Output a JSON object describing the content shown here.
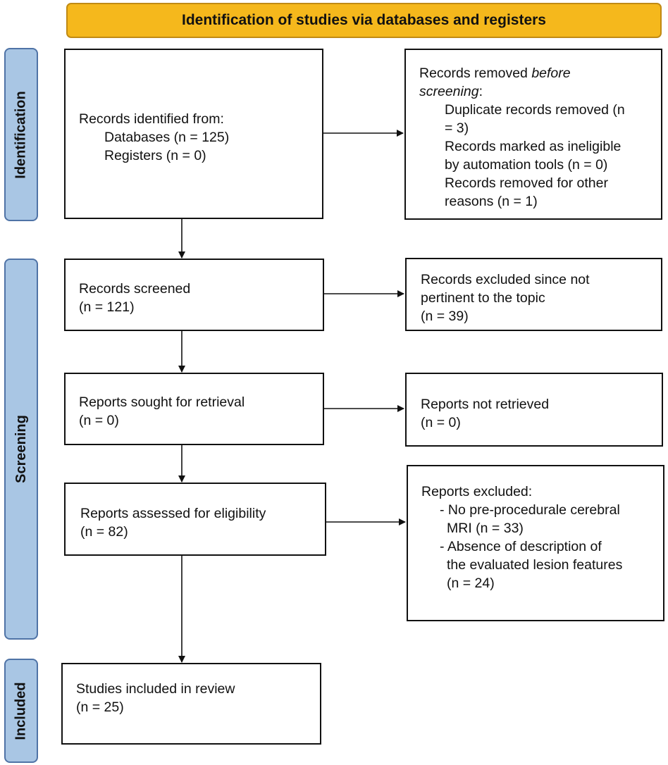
{
  "header": {
    "title": "Identification of studies via databases and registers"
  },
  "phases": {
    "identification": "Identification",
    "screening": "Screening",
    "included": "Included"
  },
  "boxes": {
    "identified": {
      "title": "Records identified from:",
      "databases": "Databases (n = 125)",
      "registers": "Registers (n = 0)"
    },
    "removed": {
      "title_prefix": "Records removed ",
      "title_italic_1": "before",
      "title_italic_2": "screening",
      "title_suffix": ":",
      "dup_1": "Duplicate records removed (n",
      "dup_2": "= 3)",
      "ineligible_1": "Records marked as ineligible",
      "ineligible_2": "by automation tools (n = 0)",
      "other_1": "Records removed for other",
      "other_2": "reasons (n = 1)"
    },
    "screened": {
      "title": "Records screened",
      "n": "(n = 121)"
    },
    "excluded_topic": {
      "line1": "Records excluded since not",
      "line2": "pertinent to the topic",
      "n": "(n = 39)"
    },
    "sought": {
      "title": "Reports sought for retrieval",
      "n": "(n = 0)"
    },
    "not_retrieved": {
      "title": "Reports not retrieved",
      "n": "(n = 0)"
    },
    "assessed": {
      "title": "Reports assessed for eligibility",
      "n": "(n = 82)"
    },
    "reports_excluded": {
      "title": "Reports excluded:",
      "r1_1": "- No pre-procedurale cerebral",
      "r1_2": "MRI (n = 33)",
      "r2_1": "- Absence of description of",
      "r2_2": "the evaluated lesion features",
      "r2_3": "(n = 24)"
    },
    "included": {
      "title": "Studies included in review",
      "n": "(n = 25)"
    }
  }
}
